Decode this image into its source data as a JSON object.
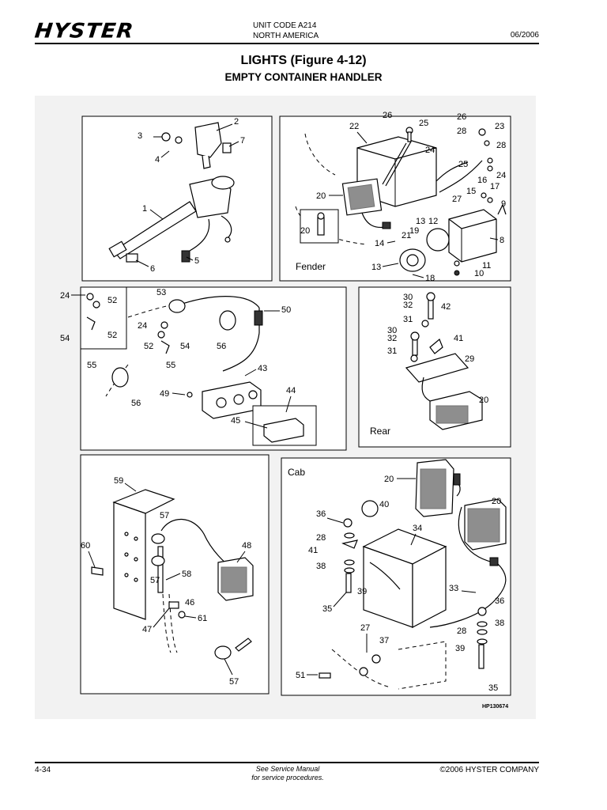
{
  "header": {
    "logo": "HYSTER",
    "unit_code": "UNIT CODE A214",
    "region": "NORTH AMERICA",
    "date": "06/2006"
  },
  "title": "LIGHTS (Figure 4-12)",
  "subtitle": "EMPTY CONTAINER HANDLER",
  "figure": {
    "panels": {
      "fender": "Fender",
      "rear": "Rear",
      "cab": "Cab"
    },
    "drawing_code": "HP130674",
    "callouts": {
      "p1": [
        "2",
        "3",
        "7",
        "4",
        "1",
        "6",
        "5"
      ],
      "p2": [
        "26",
        "22",
        "25",
        "26",
        "23",
        "28",
        "24",
        "28",
        "25",
        "24",
        "20",
        "16",
        "15",
        "17",
        "27",
        "9",
        "13",
        "12",
        "20",
        "19",
        "8",
        "14",
        "21",
        "13",
        "11",
        "10",
        "18"
      ],
      "p3": [
        "24",
        "52",
        "53",
        "50",
        "24",
        "52",
        "54",
        "56",
        "52",
        "54",
        "55",
        "55",
        "43",
        "56",
        "49",
        "44",
        "45"
      ],
      "p4": [
        "30",
        "32",
        "42",
        "31",
        "30",
        "32",
        "41",
        "31",
        "29",
        "20"
      ],
      "p5": [
        "59",
        "57",
        "60",
        "48",
        "58",
        "57",
        "46",
        "47",
        "61",
        "57"
      ],
      "p6": [
        "20",
        "20",
        "40",
        "36",
        "34",
        "28",
        "41",
        "38",
        "39",
        "33",
        "36",
        "35",
        "38",
        "28",
        "27",
        "37",
        "39",
        "51",
        "35"
      ]
    }
  },
  "footer": {
    "page": "4-34",
    "note_line1": "See Service Manual",
    "note_line2": "for service procedures.",
    "copyright": "©2006 HYSTER COMPANY"
  }
}
